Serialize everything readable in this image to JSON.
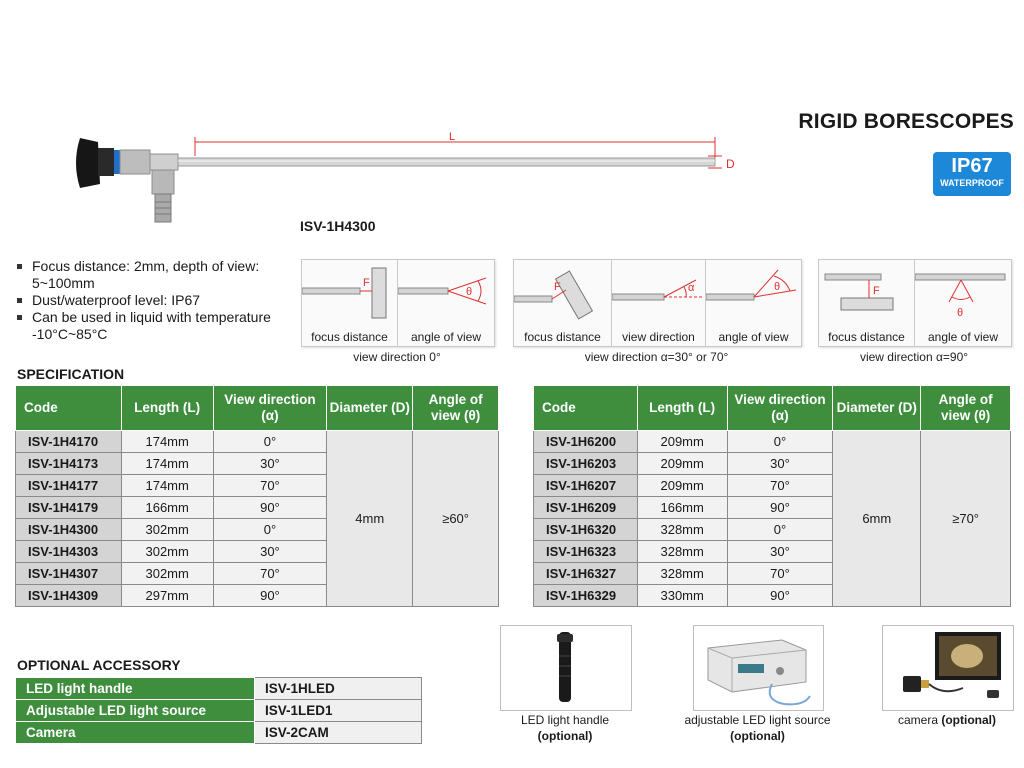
{
  "header": {
    "title": "RIGID BORESCOPES",
    "badge_main": "IP67",
    "badge_sub": "WATERPROOF"
  },
  "product": {
    "model": "ISV-1H4300",
    "length_label": "L",
    "diameter_label": "D"
  },
  "features": [
    "Focus distance: 2mm, depth of view: 5~100mm",
    "Dust/waterproof level: IP67",
    "Can be used in liquid with temperature -10°C~85°C"
  ],
  "diagrams": [
    {
      "caption": "view direction 0°",
      "cells": [
        {
          "label": "focus distance",
          "marker": "F"
        },
        {
          "label": "angle of view",
          "marker": "θ"
        }
      ]
    },
    {
      "caption": "view direction α=30° or 70°",
      "cells": [
        {
          "label": "focus distance",
          "marker": "F"
        },
        {
          "label": "view direction",
          "marker": "α"
        },
        {
          "label": "angle of view",
          "marker": "θ"
        }
      ]
    },
    {
      "caption": "view direction α=90°",
      "cells": [
        {
          "label": "focus distance",
          "marker": "F"
        },
        {
          "label": "angle of view",
          "marker": "θ"
        }
      ]
    }
  ],
  "specification": {
    "title": "SPECIFICATION",
    "headers": [
      "Code",
      "Length (L)",
      "View direction (α)",
      "Diameter (D)",
      "Angle of view (θ)"
    ],
    "tables": [
      {
        "diameter": "4mm",
        "angle": "≥60°",
        "rows": [
          [
            "ISV-1H4170",
            "174mm",
            "0°"
          ],
          [
            "ISV-1H4173",
            "174mm",
            "30°"
          ],
          [
            "ISV-1H4177",
            "174mm",
            "70°"
          ],
          [
            "ISV-1H4179",
            "166mm",
            "90°"
          ],
          [
            "ISV-1H4300",
            "302mm",
            "0°"
          ],
          [
            "ISV-1H4303",
            "302mm",
            "30°"
          ],
          [
            "ISV-1H4307",
            "302mm",
            "70°"
          ],
          [
            "ISV-1H4309",
            "297mm",
            "90°"
          ]
        ]
      },
      {
        "diameter": "6mm",
        "angle": "≥70°",
        "rows": [
          [
            "ISV-1H6200",
            "209mm",
            "0°"
          ],
          [
            "ISV-1H6203",
            "209mm",
            "30°"
          ],
          [
            "ISV-1H6207",
            "209mm",
            "70°"
          ],
          [
            "ISV-1H6209",
            "166mm",
            "90°"
          ],
          [
            "ISV-1H6320",
            "328mm",
            "0°"
          ],
          [
            "ISV-1H6323",
            "328mm",
            "30°"
          ],
          [
            "ISV-1H6327",
            "328mm",
            "70°"
          ],
          [
            "ISV-1H6329",
            "330mm",
            "90°"
          ]
        ]
      }
    ]
  },
  "accessories": {
    "title": "OPTIONAL ACCESSORY",
    "items": [
      {
        "name": "LED light handle",
        "code": "ISV-1HLED"
      },
      {
        "name": "Adjustable LED light source",
        "code": "ISV-1LED1"
      },
      {
        "name": "Camera",
        "code": "ISV-2CAM"
      }
    ]
  },
  "photos": [
    {
      "caption": "LED light handle",
      "note": "(optional)"
    },
    {
      "caption": "adjustable LED light source",
      "note": "(optional)"
    },
    {
      "caption": "camera",
      "note": "(optional)"
    }
  ],
  "colors": {
    "table_header": "#3e8e3e",
    "badge": "#1e88d8",
    "marker_red": "#e03030"
  }
}
